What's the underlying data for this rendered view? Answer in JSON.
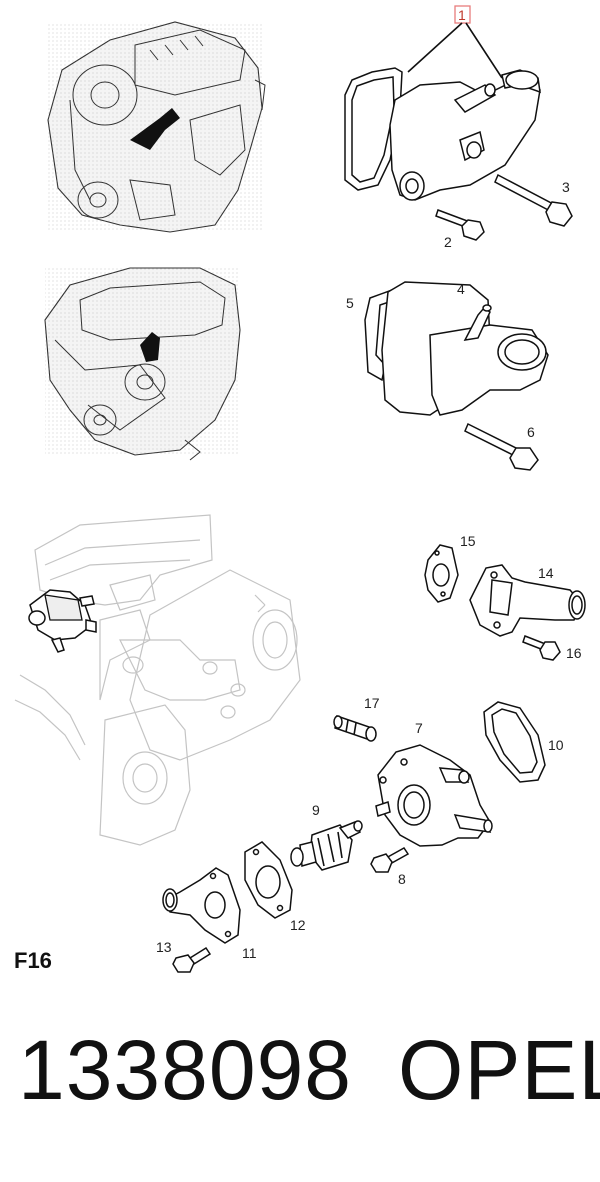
{
  "diagram": {
    "section_code": "F16",
    "part_number": "1338098",
    "brand": "OPEL",
    "highlighted_callout": "1",
    "callouts": [
      "1",
      "2",
      "3",
      "4",
      "5",
      "6",
      "7",
      "8",
      "9",
      "10",
      "11",
      "12",
      "13",
      "14",
      "15",
      "16",
      "17"
    ],
    "colors": {
      "highlight_box": "#e87d7d",
      "highlight_text": "#c0392b",
      "ink": "#111111",
      "ghost_lines": "#c4c4c4"
    }
  }
}
